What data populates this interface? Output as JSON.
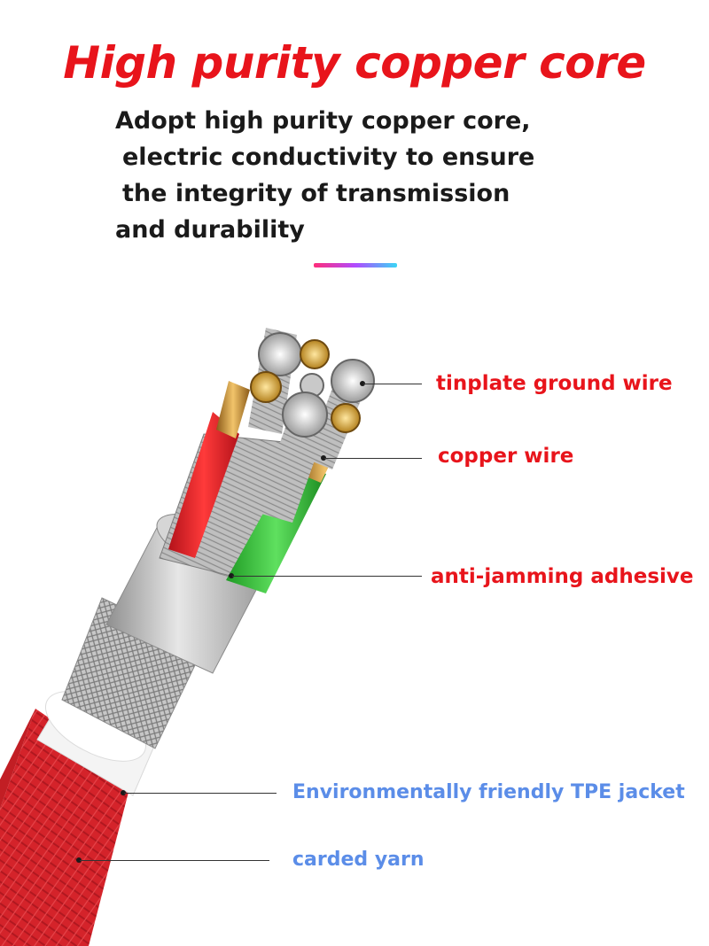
{
  "headline": "High purity copper core",
  "description": {
    "lines": [
      "Adopt high purity copper core,",
      "electric conductivity to ensure",
      "the integrity of transmission",
      "and durability"
    ]
  },
  "callouts": {
    "tinplate": "tinplate ground wire",
    "copper": "copper wire",
    "adhesive": "anti-jamming adhesive",
    "tpe": "Environmentally friendly TPE jacket",
    "yarn": "carded yarn"
  },
  "colors": {
    "headline": "#e8141b",
    "callout_red": "#e8141b",
    "callout_blue": "#5b8de8",
    "jacket_red": "#d8262a",
    "tpe_white": "#f4f4f4",
    "wire_green": "#28b52e",
    "wire_red": "#e01f1f",
    "copper": "#d9a64a",
    "accent_start": "#ff2d7a",
    "accent_end": "#3ad6f5"
  }
}
